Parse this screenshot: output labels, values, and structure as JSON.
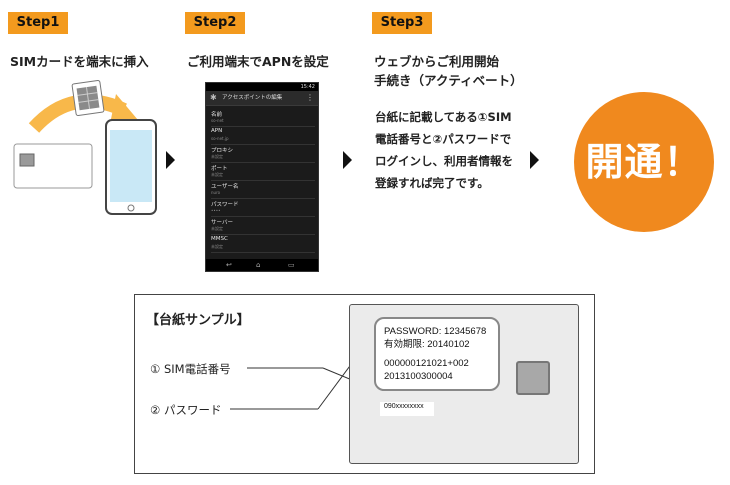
{
  "steps": [
    {
      "badge": "Step1",
      "title": "SIMカードを端末に挿入"
    },
    {
      "badge": "Step2",
      "title": "ご利用端末でAPNを設定"
    },
    {
      "badge": "Step3",
      "title_line1": "ウェブからご利用開始",
      "title_line2": "手続き（アクティベート）"
    }
  ],
  "step3_desc": [
    "台紙に記載してある①SIM",
    "電話番号と②パスワードで",
    "ログインし、利用者情報を",
    "登録すれば完了です。"
  ],
  "result": "開通！",
  "android": {
    "time": "15:42",
    "header": "アクセスポイントの編集",
    "rows": [
      {
        "label": "名前",
        "value": "so-net"
      },
      {
        "label": "APN",
        "value": "so-net.jp"
      },
      {
        "label": "プロキシ",
        "value": "未設定"
      },
      {
        "label": "ポート",
        "value": "未設定"
      },
      {
        "label": "ユーザー名",
        "value": "nuro"
      },
      {
        "label": "パスワード",
        "value": "••••"
      },
      {
        "label": "サーバー",
        "value": "未設定"
      },
      {
        "label": "MMSC",
        "value": "未設定"
      }
    ]
  },
  "sample": {
    "title": "【台紙サンプル】",
    "item1": "① SIM電話番号",
    "item2": "② パスワード",
    "password_line": "PASSWORD: 12345678",
    "expiry_line": "有効期限: 20140102",
    "code1": "000000121021+002",
    "code2": "2013100300004",
    "phone": "090xxxxxxxx"
  },
  "colors": {
    "accent": "#f39a1e",
    "circle": "#f0891e"
  }
}
